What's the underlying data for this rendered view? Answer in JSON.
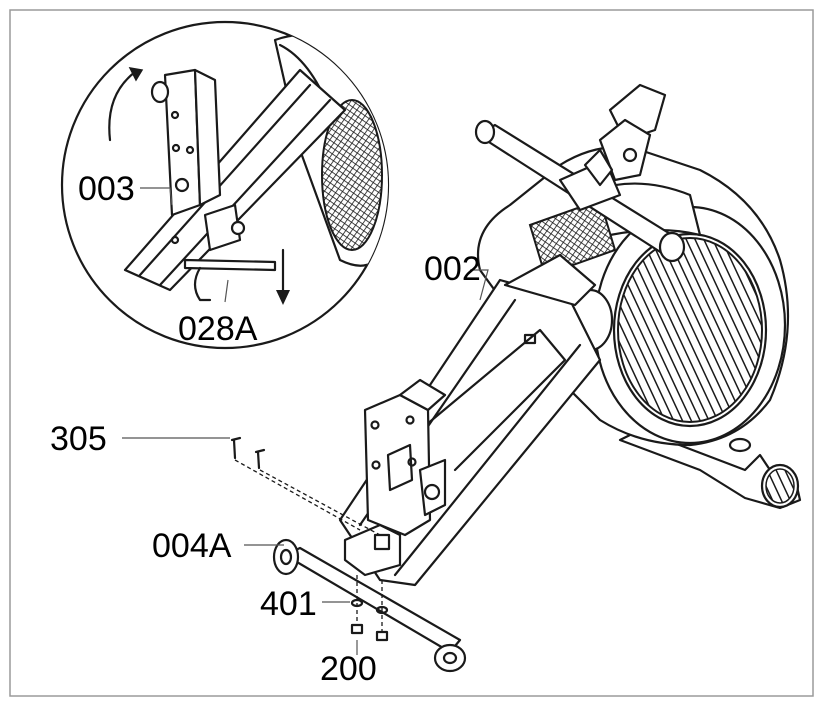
{
  "labels": {
    "part_003": "003",
    "part_028A": "028A",
    "part_002": "002",
    "part_305": "305",
    "part_004A": "004A",
    "part_401": "401",
    "part_200": "200"
  },
  "colors": {
    "line": "#1a1a1a",
    "background": "#ffffff",
    "frame": "#9a9a9a"
  }
}
